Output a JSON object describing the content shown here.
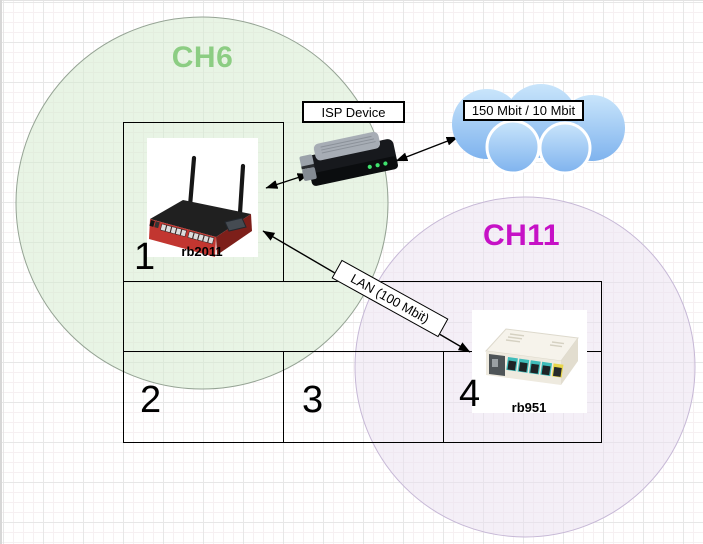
{
  "zones": {
    "ch6": {
      "label": "CH6",
      "text_color": "#8ccd83",
      "fill": "#e8f5e5",
      "border": "#95a394"
    },
    "ch11": {
      "label": "CH11",
      "text_color": "#c611c6",
      "fill": "#f2edf5",
      "border": "#c6b8d6"
    }
  },
  "table": {
    "cell1": "1",
    "cell2": "2",
    "cell3": "3",
    "cell4": "4"
  },
  "devices": {
    "rb2011": {
      "label": "rb2011",
      "body_color": "#c23630"
    },
    "rb951": {
      "label": "rb951",
      "body_color": "#f5f2ea"
    },
    "isp": {
      "label": "ISP Device",
      "body_color": "#17191d"
    }
  },
  "internet": {
    "label": "150 Mbit / 10 Mbit",
    "cloud_color": "#7fb3ee"
  },
  "links": {
    "lan": {
      "label": "LAN (100 Mbit)"
    }
  }
}
